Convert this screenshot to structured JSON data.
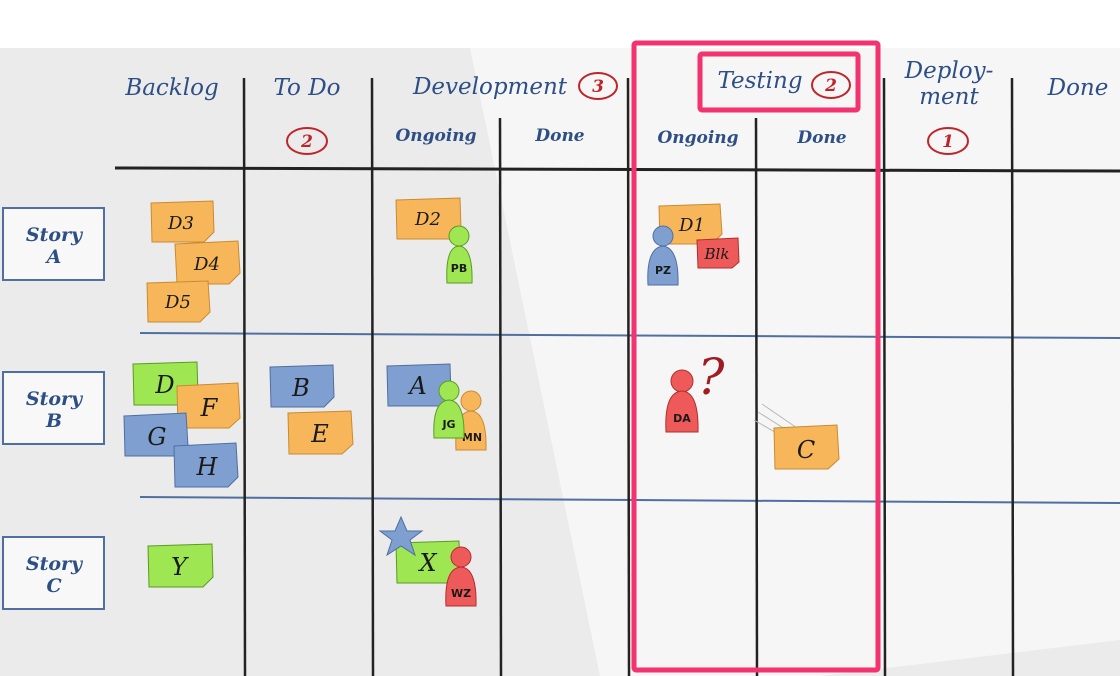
{
  "colors": {
    "orange": "#f7b65a",
    "green": "#9ee652",
    "blue": "#7f9fd0",
    "red": "#ee5a5a",
    "highlight": "#f2336f",
    "ink": "#2e4f86",
    "limit": "#c0242b"
  },
  "columns": {
    "backlog": "Backlog",
    "todo": "To Do",
    "todo_limit": "2",
    "development": "Development",
    "development_limit": "3",
    "development_ongoing": "Ongoing",
    "development_done": "Done",
    "testing": "Testing",
    "testing_limit": "2",
    "testing_ongoing": "Ongoing",
    "testing_done": "Done",
    "deployment_line1": "Deploy-",
    "deployment_line2": "ment",
    "deployment_limit": "1",
    "done": "Done"
  },
  "stories": [
    {
      "line1": "Story",
      "line2": "A"
    },
    {
      "line1": "Story",
      "line2": "B"
    },
    {
      "line1": "Story",
      "line2": "C"
    }
  ],
  "cards": {
    "d3": "D3",
    "d4": "D4",
    "d5": "D5",
    "d2": "D2",
    "d1": "D1",
    "blk": "Blk",
    "d": "D",
    "f": "F",
    "g": "G",
    "h": "H",
    "b": "B",
    "e": "E",
    "a": "A",
    "c": "C",
    "y": "Y",
    "x": "X"
  },
  "people": {
    "pb": "PB",
    "pz": "PZ",
    "jg": "JG",
    "mn": "MN",
    "da": "DA",
    "wz": "WZ"
  },
  "marks": {
    "question": "?"
  }
}
